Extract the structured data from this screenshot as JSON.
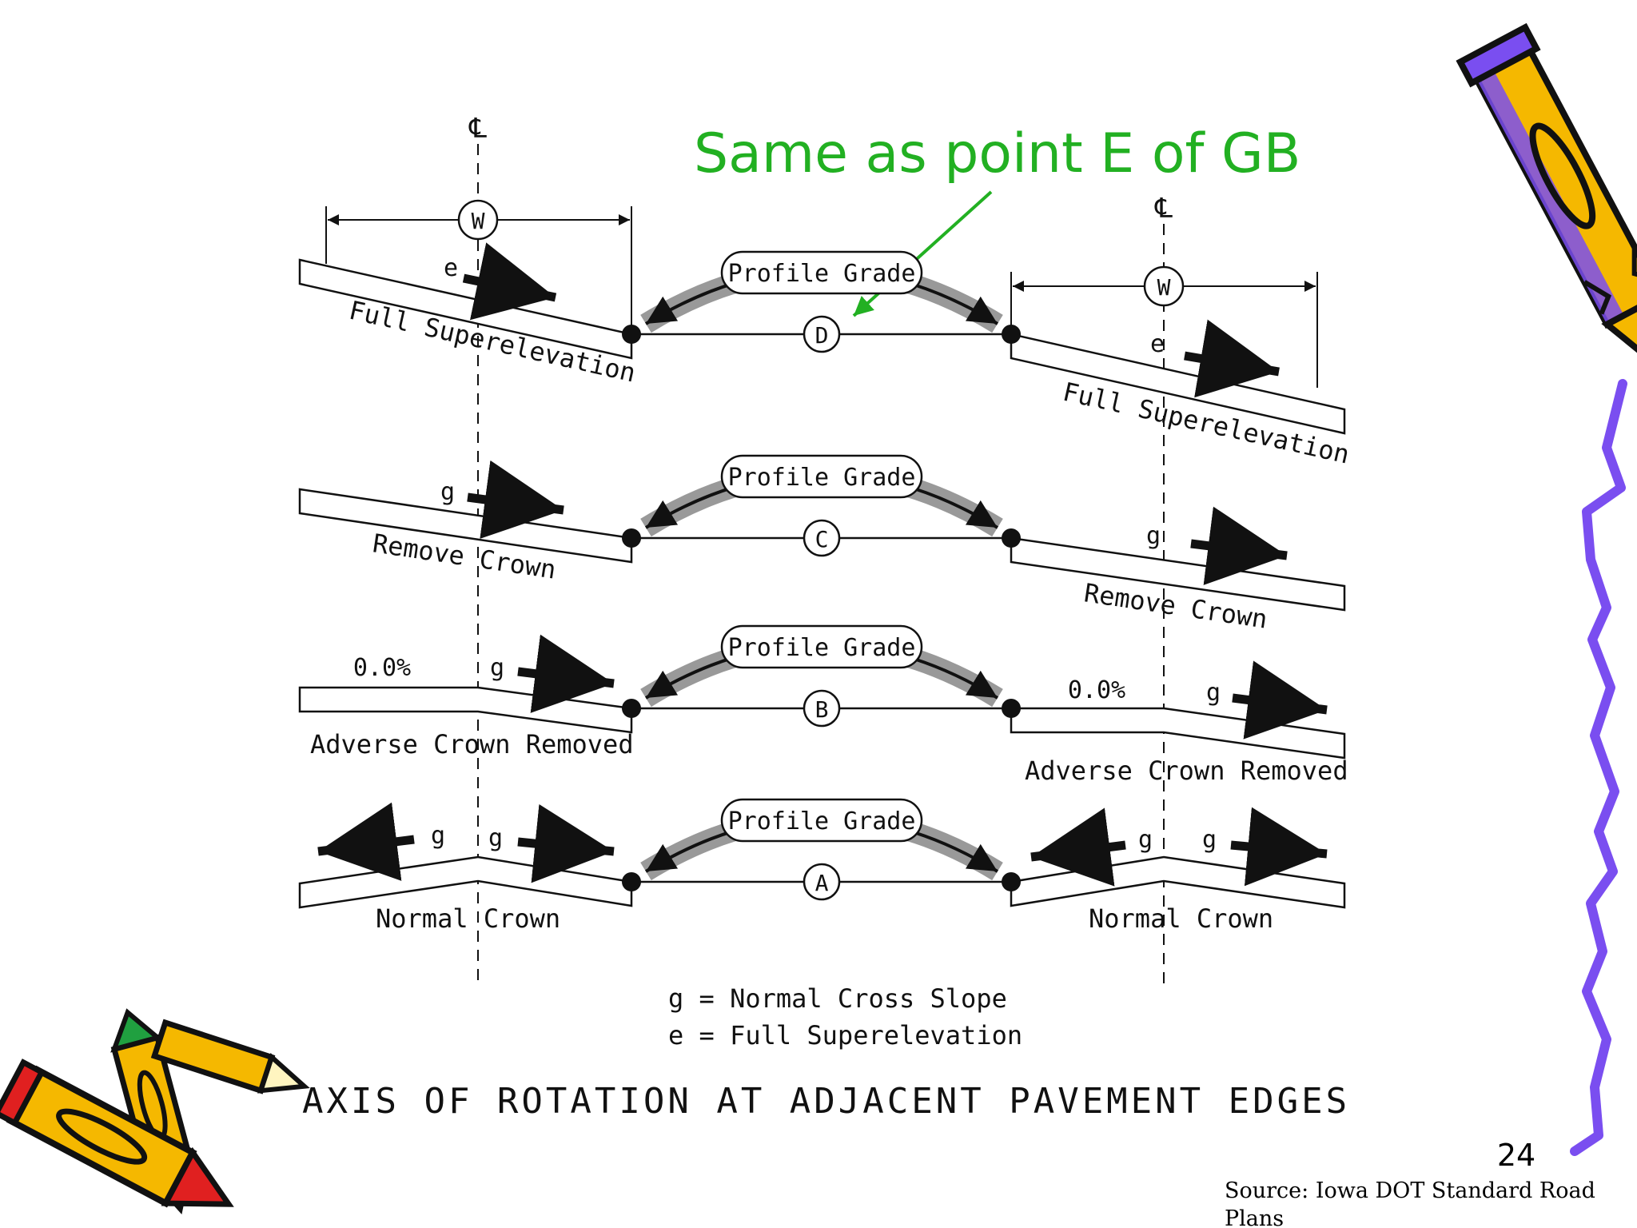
{
  "annotation": {
    "text": "Same as point E of GB",
    "color": "#22b022"
  },
  "centerline_symbol": "℄",
  "width_symbol": "W",
  "profile_grade_label": "Profile Grade",
  "rows": [
    {
      "point": "D",
      "symbol": "e",
      "left_caption": "Full Superelevation",
      "right_caption": "Full Superelevation"
    },
    {
      "point": "C",
      "symbol": "g",
      "left_caption": "Remove Crown",
      "right_caption": "Remove Crown"
    },
    {
      "point": "B",
      "symbol": "g",
      "flat_label": "0.0%",
      "left_caption": "Adverse Crown Removed",
      "right_caption": "Adverse Crown Removed"
    },
    {
      "point": "A",
      "symbol": "g",
      "left_caption": "Normal Crown",
      "right_caption": "Normal Crown"
    }
  ],
  "legend": {
    "g": "g = Normal Cross Slope",
    "e": "e = Full Superelevation"
  },
  "caption": "AXIS OF ROTATION AT ADJACENT PAVEMENT EDGES",
  "slide_number": "24",
  "source": {
    "line1": "Source: Iowa DOT Standard Road",
    "line2": "Plans"
  },
  "colors": {
    "ink": "#111111",
    "annotation": "#22b022",
    "squiggle": "#7a4ef0",
    "pencil_body": "#f5b800",
    "pencil_tip_red": "#e02020",
    "pencil_tip_green": "#20a040"
  },
  "icons": [
    "pencil-icon",
    "crossed-pencils-icon",
    "squiggle-line"
  ]
}
